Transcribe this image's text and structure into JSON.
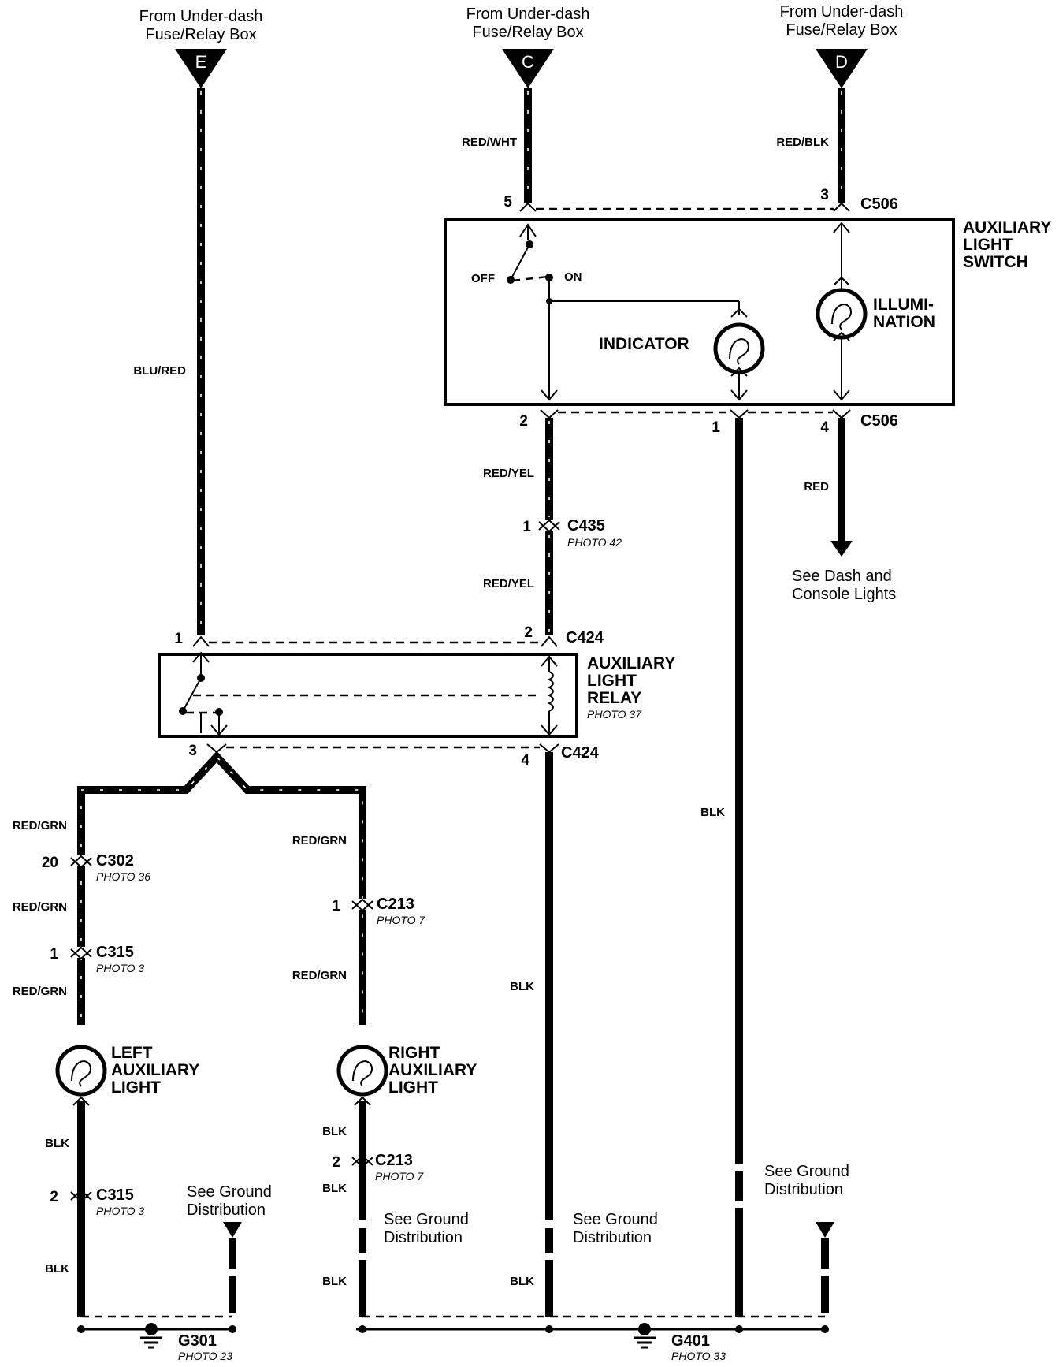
{
  "sources": [
    {
      "line1": "From Under-dash",
      "line2": "Fuse/Relay Box",
      "letter": "E"
    },
    {
      "line1": "From Under-dash",
      "line2": "Fuse/Relay Box",
      "letter": "C"
    },
    {
      "line1": "From Under-dash",
      "line2": "Fuse/Relay Box",
      "letter": "D"
    }
  ],
  "wires": {
    "blu_red": "BLU/RED",
    "red_wht": "RED/WHT",
    "red_blk": "RED/BLK",
    "red_yel_1": "RED/YEL",
    "red_yel_2": "RED/YEL",
    "red": "RED",
    "blk_sw": "BLK",
    "red_grn_l1": "RED/GRN",
    "red_grn_l2": "RED/GRN",
    "red_grn_l3": "RED/GRN",
    "red_grn_r1": "RED/GRN",
    "red_grn_r2": "RED/GRN",
    "blk_l1": "BLK",
    "blk_l2": "BLK",
    "blk_r1": "BLK",
    "blk_r2": "BLK",
    "blk_r3": "BLK",
    "blk_relay": "BLK",
    "blk_relay2": "BLK"
  },
  "pins": {
    "p5": "5",
    "p3": "3",
    "p2": "2",
    "p1": "1",
    "p4": "4",
    "c435": "1",
    "c424_1": "1",
    "c424_2": "2",
    "c424_3": "3",
    "c424_4": "4",
    "c302": "20",
    "c315a": "1",
    "c315b": "2",
    "c213a": "1",
    "c213b": "2"
  },
  "connectors": {
    "c506_top": "C506",
    "c506_bottom": "C506",
    "c435": {
      "name": "C435",
      "photo": "PHOTO 42"
    },
    "c424_top": "C424",
    "c424_bottom": "C424",
    "c302": {
      "name": "C302",
      "photo": "PHOTO 36"
    },
    "c315a": {
      "name": "C315",
      "photo": "PHOTO 3"
    },
    "c315b": {
      "name": "C315",
      "photo": "PHOTO 3"
    },
    "c213a": {
      "name": "C213",
      "photo": "PHOTO 7"
    },
    "c213b": {
      "name": "C213",
      "photo": "PHOTO 7"
    }
  },
  "switch": {
    "title": [
      "AUXILIARY",
      "LIGHT",
      "SWITCH"
    ],
    "off": "OFF",
    "on": "ON",
    "indicator": "INDICATOR",
    "illumination": [
      "ILLUMI-",
      "NATION"
    ]
  },
  "relay": {
    "title": [
      "AUXILIARY",
      "LIGHT",
      "RELAY"
    ],
    "photo": "PHOTO 37"
  },
  "lights": {
    "left": [
      "LEFT",
      "AUXILIARY",
      "LIGHT"
    ],
    "right": [
      "RIGHT",
      "AUXILIARY",
      "LIGHT"
    ]
  },
  "notes": {
    "dash": [
      "See Dash and",
      "Console Lights"
    ],
    "ground_1": [
      "See Ground",
      "Distribution"
    ],
    "ground_2": [
      "See Ground",
      "Distribution"
    ],
    "ground_3": [
      "See Ground",
      "Distribution"
    ],
    "ground_4": [
      "See Ground",
      "Distribution"
    ]
  },
  "grounds": [
    {
      "name": "G301",
      "photo": "PHOTO 23"
    },
    {
      "name": "G401",
      "photo": "PHOTO 33"
    }
  ]
}
